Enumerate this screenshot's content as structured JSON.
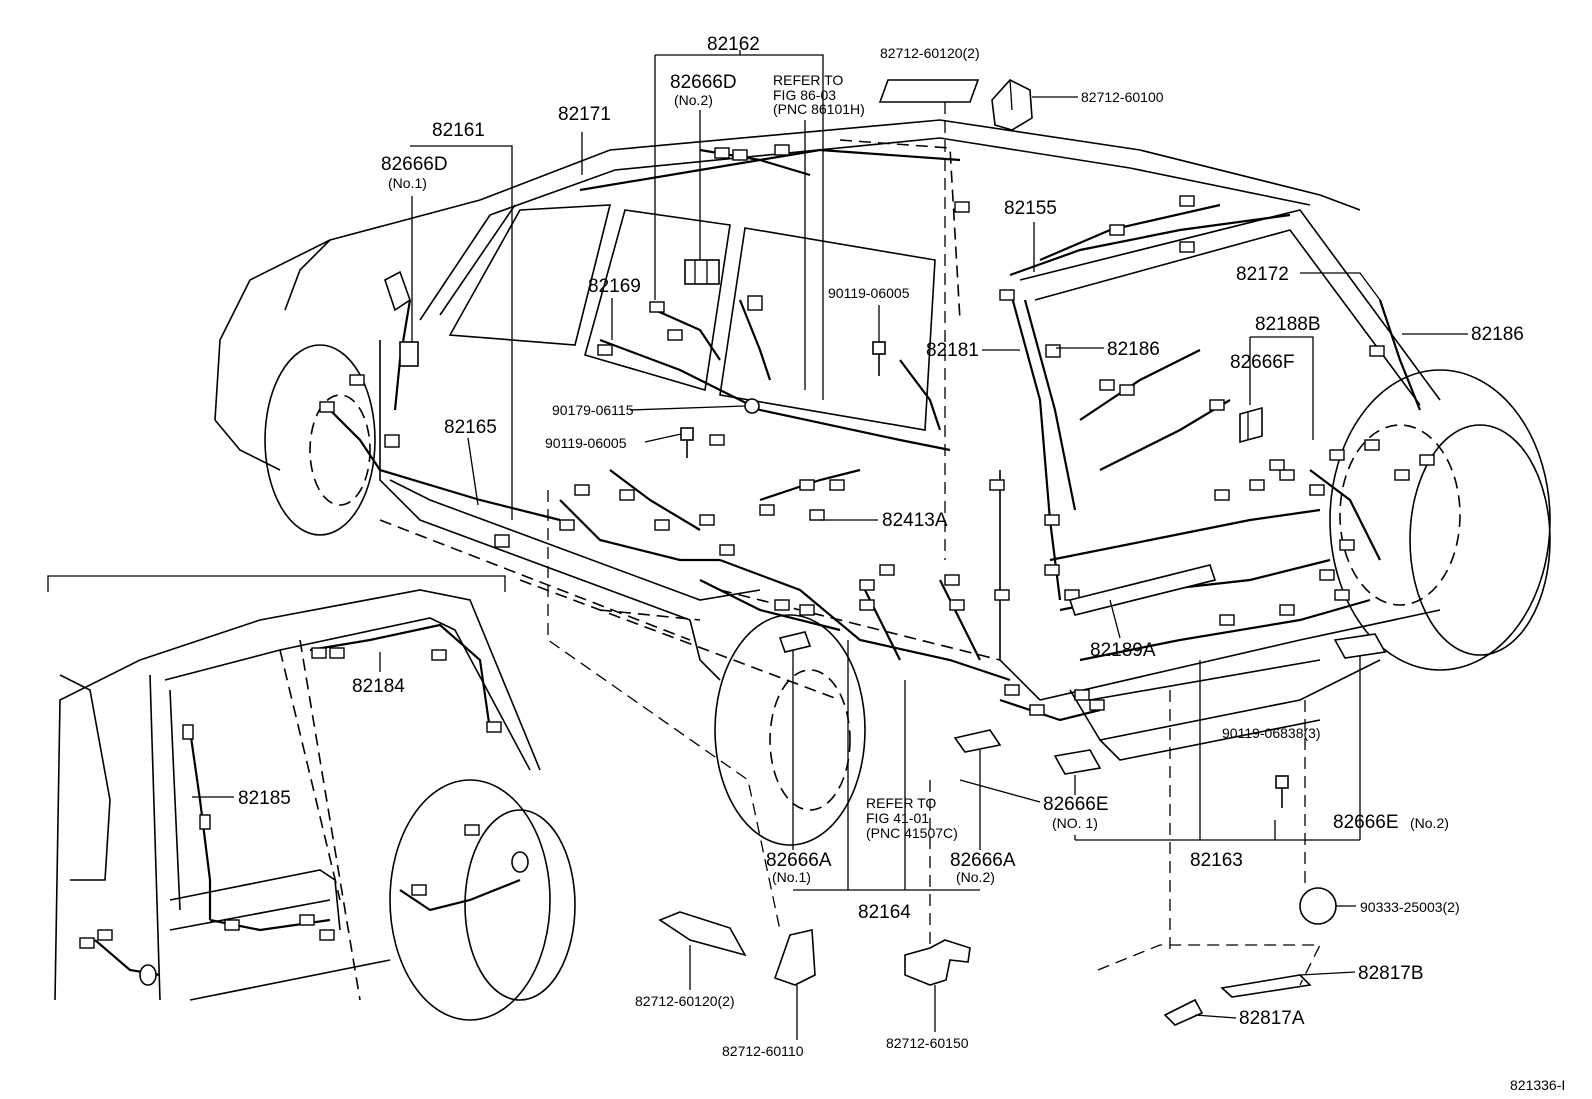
{
  "labels": {
    "p82162": "82162",
    "p82666D_no2": "82666D",
    "no2_top": "(No.2)",
    "ref1_line1": "REFER TO",
    "ref1_line2": "FIG  86-03",
    "ref1_line3": "(PNC 86101H)",
    "p82712_60120_top": "82712-60120(2)",
    "p82712_60100": "82712-60100",
    "p82171": "82171",
    "p82161": "82161",
    "p82666D_no1": "82666D",
    "no1_left": "(No.1)",
    "p82155": "82155",
    "p82172": "82172",
    "p82169": "82169",
    "p90119_06005_a": "90119-06005",
    "p82188B": "82188B",
    "p82186_right": "82186",
    "p82181": "82181",
    "p82186_mid": "82186",
    "p82666F": "82666F",
    "p90179_06115": "90179-06115",
    "p82165": "82165",
    "p90119_06005_b": "90119-06005",
    "p82413A": "82413A",
    "p82189A": "82189A",
    "p82184": "82184",
    "p90119_06838": "90119-06838(3)",
    "p82185": "82185",
    "ref2_line1": "REFER TO",
    "ref2_line2": "FIG  41-01",
    "ref2_line3": "(PNC 41507C)",
    "p82666E_no1": "82666E",
    "no1_e": "(NO. 1)",
    "p82666E_no2": "82666E",
    "no2_e": "(No.2)",
    "p82666A_no1": "82666A",
    "no1_a": "(No.1)",
    "p82666A_no2": "82666A",
    "no2_a": "(No.2)",
    "p82163": "82163",
    "p82164": "82164",
    "p90333": "90333-25003(2)",
    "p82817B": "82817B",
    "p82817A": "82817A",
    "p82712_60120_bottom": "82712-60120(2)",
    "p82712_60110": "82712-60110",
    "p82712_60150": "82712-60150",
    "figure_id": "821336-I"
  }
}
